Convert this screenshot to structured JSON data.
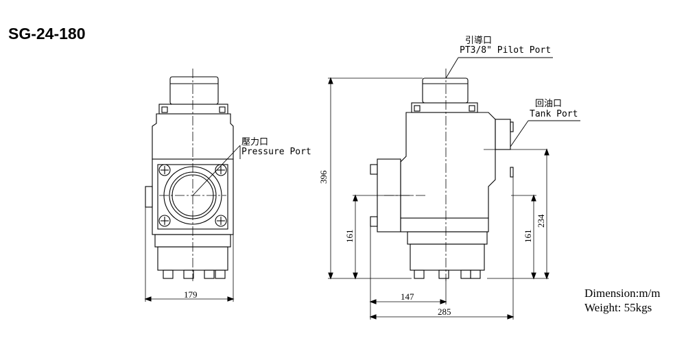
{
  "title": "SG-24-180",
  "callouts": {
    "pilot_port_cn": "引導口",
    "pilot_port_en": "PT3/8\" Pilot Port",
    "tank_port_cn": "回油口",
    "tank_port_en": "Tank Port",
    "pressure_port_cn": "壓力口",
    "pressure_port_en": "Pressure Port"
  },
  "dimensions": {
    "front_width": "179",
    "side_height": "396",
    "side_left_161": "161",
    "side_right_161": "161",
    "side_234": "234",
    "side_147": "147",
    "side_285": "285"
  },
  "specs": {
    "dimension_unit": "Dimension:m/m",
    "weight": "Weight: 55kgs"
  }
}
